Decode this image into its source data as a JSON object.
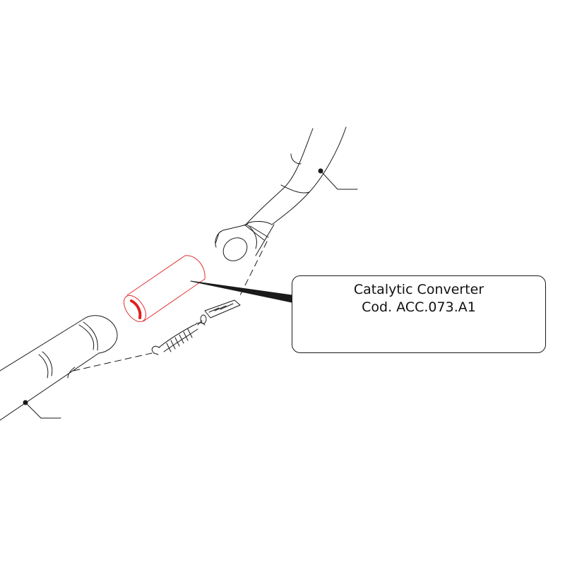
{
  "callout": {
    "title": "Catalytic Converter",
    "code": "Cod. ACC.073.A1"
  },
  "colors": {
    "outline": "#1a1a1a",
    "highlight": "#e02020",
    "background": "#ffffff"
  },
  "parts": [
    {
      "name": "upper-header-pipe"
    },
    {
      "name": "catalytic-converter"
    },
    {
      "name": "spring-clip"
    },
    {
      "name": "tension-spring"
    },
    {
      "name": "lower-exhaust-pipe"
    }
  ]
}
